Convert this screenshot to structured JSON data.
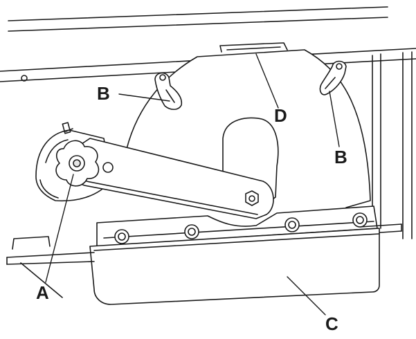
{
  "callouts": {
    "a": "A",
    "b": "B",
    "c": "C",
    "d": "D"
  },
  "colors": {
    "line": "#1a1a1a",
    "fill": "#ffffff",
    "shade": "#e6e6e6"
  }
}
